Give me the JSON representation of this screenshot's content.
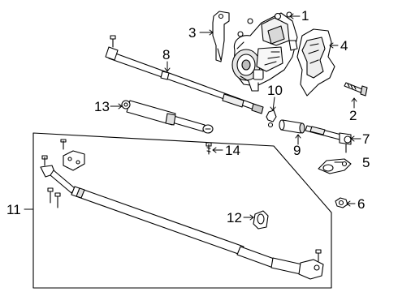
{
  "diagram": {
    "callouts": [
      {
        "id": "1",
        "label": "1",
        "part": "steering-gear"
      },
      {
        "id": "2",
        "label": "2",
        "part": "gear-mounting-bolt"
      },
      {
        "id": "3",
        "label": "3",
        "part": "gear-bracket"
      },
      {
        "id": "4",
        "label": "4",
        "part": "heat-shield"
      },
      {
        "id": "5",
        "label": "5",
        "part": "tie-rod-bracket"
      },
      {
        "id": "6",
        "label": "6",
        "part": "nut"
      },
      {
        "id": "7",
        "label": "7",
        "part": "tie-rod-end"
      },
      {
        "id": "8",
        "label": "8",
        "part": "drag-link"
      },
      {
        "id": "9",
        "label": "9",
        "part": "adjuster-sleeve"
      },
      {
        "id": "10",
        "label": "10",
        "part": "clamp"
      },
      {
        "id": "11",
        "label": "11",
        "part": "tie-rod-assembly"
      },
      {
        "id": "12",
        "label": "12",
        "part": "tie-rod-clamp"
      },
      {
        "id": "13",
        "label": "13",
        "part": "steering-damper"
      },
      {
        "id": "14",
        "label": "14",
        "part": "damper-bolt"
      }
    ],
    "colors": {
      "line": "#000000",
      "fill": "#ffffff",
      "shade": "#d9d9d9",
      "dark": "#9a9a9a"
    }
  }
}
